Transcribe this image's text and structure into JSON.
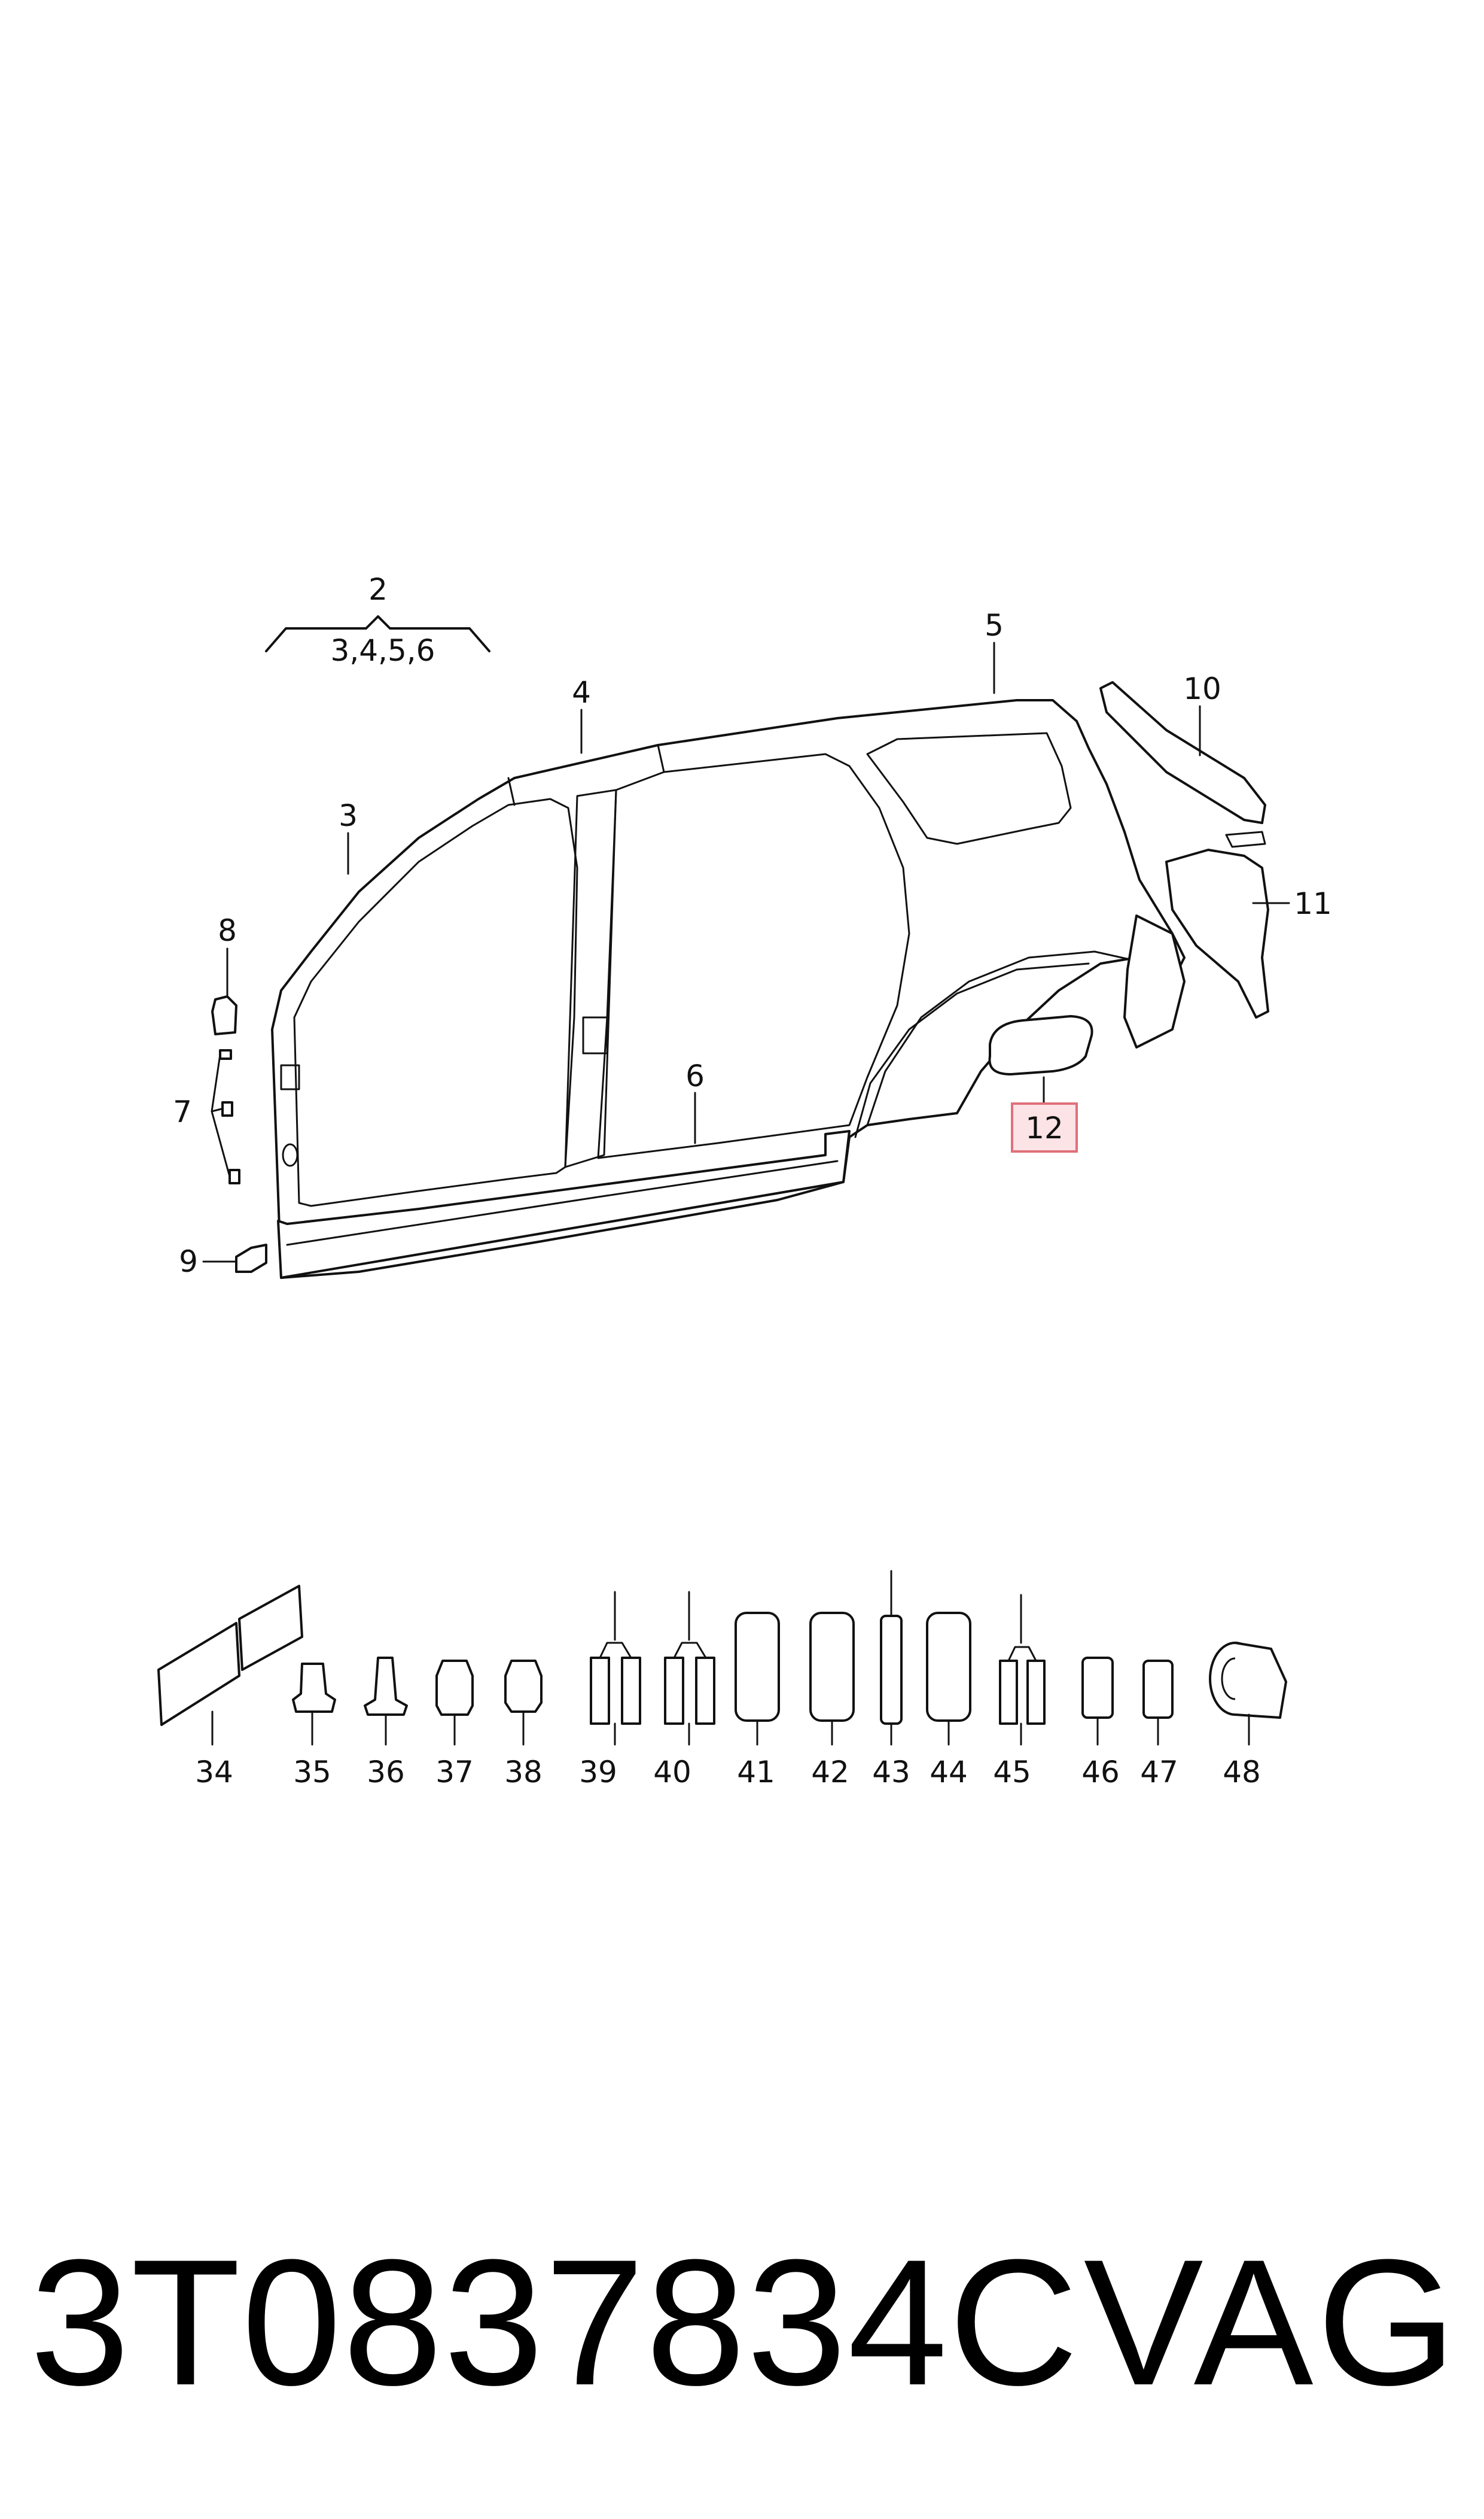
{
  "diagram": {
    "group_label": {
      "number": "2",
      "members": "3,4,5,6"
    },
    "callouts": {
      "p3": "3",
      "p4": "4",
      "p5": "5",
      "p6": "6",
      "p7": "7",
      "p8": "8",
      "p9": "9",
      "p10": "10",
      "p11": "11",
      "p12": "12"
    },
    "highlighted_callout": "12",
    "highlight_color": "#e0707a",
    "highlight_fill": "#fbe3e6",
    "consumables": [
      "34",
      "35",
      "36",
      "37",
      "38",
      "39",
      "40",
      "41",
      "42",
      "43",
      "44",
      "45",
      "46",
      "47",
      "48"
    ]
  },
  "footer": {
    "part_number": "3T0837834C",
    "brand": "VAG"
  }
}
